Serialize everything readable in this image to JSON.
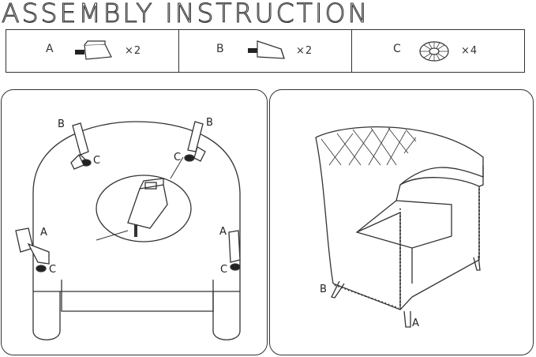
{
  "title": "ASSEMBLY INSTRUCTION",
  "parts": [
    {
      "letter": "A",
      "quantity": "×2",
      "icon": "wooden-leg-a-icon"
    },
    {
      "letter": "B",
      "quantity": "×2",
      "icon": "wooden-leg-b-icon"
    },
    {
      "letter": "C",
      "quantity": "×4",
      "icon": "washer-c-icon"
    }
  ],
  "left_diagram": {
    "labels": {
      "b_left": "B",
      "b_right": "B",
      "c_left_top": "C",
      "c_right_top": "C",
      "a_left": "A",
      "a_right": "A",
      "c_left_bottom": "C",
      "c_right_bottom": "C"
    }
  },
  "right_diagram": {
    "labels": {
      "leg_b": "B",
      "leg_a": "A"
    }
  },
  "colors": {
    "line": "#333333",
    "background": "#ffffff"
  }
}
